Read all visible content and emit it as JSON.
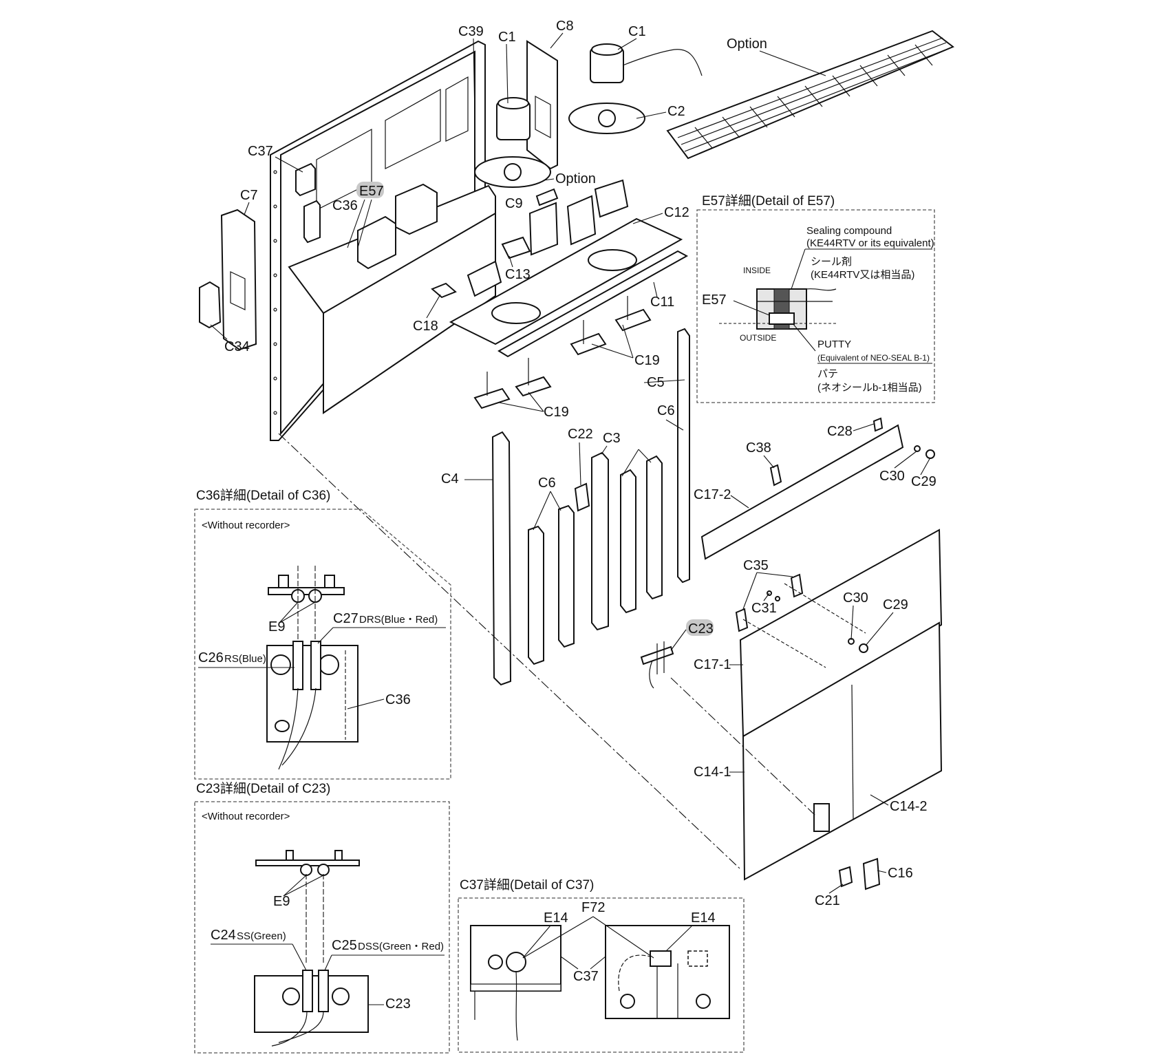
{
  "callouts": {
    "c39": "C39",
    "c1a": "C1",
    "c8": "C8",
    "c1b": "C1",
    "option_top": "Option",
    "c2": "C2",
    "c37": "C37",
    "e57": "E57",
    "option_mid": "Option",
    "c7": "C7",
    "c36": "C36",
    "c9": "C9",
    "c12": "C12",
    "c13": "C13",
    "c11": "C11",
    "c18": "C18",
    "c34": "C34",
    "c19a": "C19",
    "c19b": "C19",
    "c5": "C5",
    "c6a": "C6",
    "c22": "C22",
    "c3": "C3",
    "c28": "C28",
    "c38": "C38",
    "c30a": "C30",
    "c29a": "C29",
    "c4": "C4",
    "c6b": "C6",
    "c17_2": "C17-2",
    "c35": "C35",
    "c30b": "C30",
    "c31": "C31",
    "c29b": "C29",
    "c23": "C23",
    "c17_1": "C17-1",
    "c14_1": "C14-1",
    "c14_2": "C14-2",
    "c16": "C16",
    "c21": "C21"
  },
  "e57_detail": {
    "title": "E57詳細(Detail of E57)",
    "sealing_en": "Sealing compound",
    "sealing_en_sub": "(KE44RTV or its equivalent)",
    "sealing_jp": "シール剤",
    "sealing_jp_sub": "(KE44RTV又は相当品)",
    "inside": "INSIDE",
    "outside": "OUTSIDE",
    "e57": "E57",
    "putty_en": "PUTTY",
    "putty_en_sub": "(Equivalent of NEO-SEAL B-1)",
    "putty_jp": "パテ",
    "putty_jp_sub": "(ネオシールb-1相当品)"
  },
  "c36_detail": {
    "title": "C36詳細(Detail of C36)",
    "note": "<Without recorder>",
    "e9": "E9",
    "c27": "C27",
    "c27_desc": "DRS(Blue・Red)",
    "c26": "C26",
    "c26_desc": "RS(Blue)",
    "c36": "C36"
  },
  "c23_detail": {
    "title": "C23詳細(Detail of C23)",
    "note": "<Without recorder>",
    "e9": "E9",
    "c24": "C24",
    "c24_desc": "SS(Green)",
    "c25": "C25",
    "c25_desc": "DSS(Green・Red)",
    "c23": "C23"
  },
  "c37_detail": {
    "title": "C37詳細(Detail of C37)",
    "e14a": "E14",
    "f72": "F72",
    "e14b": "E14",
    "c37": "C37"
  }
}
